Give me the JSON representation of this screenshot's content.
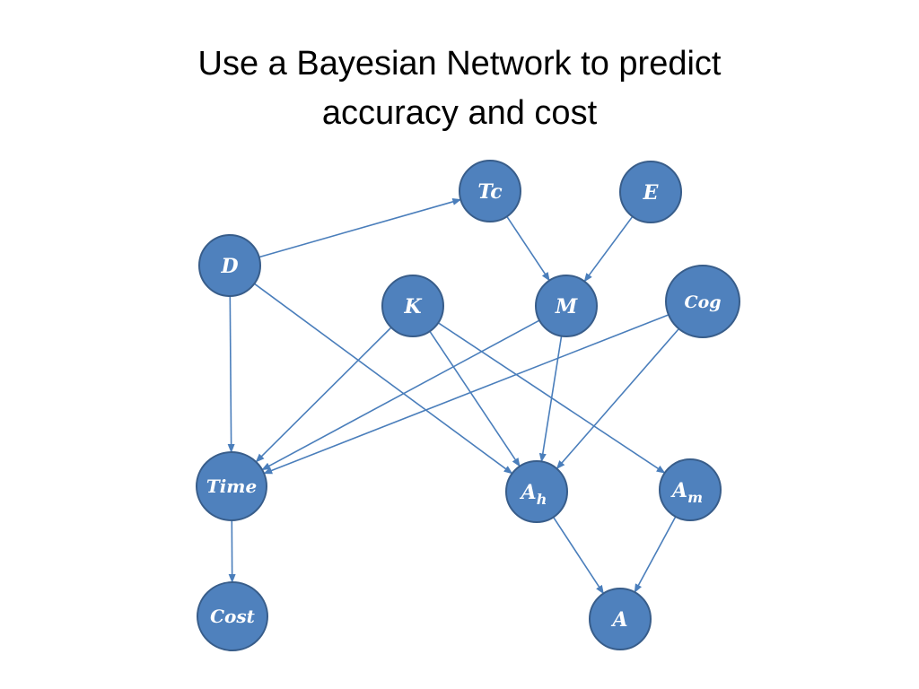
{
  "title": {
    "line1": "Use a Bayesian Network to predict",
    "line2": "accuracy and cost"
  },
  "colors": {
    "node_fill": "#4f81bd",
    "node_stroke": "#385d8a",
    "edge": "#4a7ebb",
    "label": "#ffffff"
  },
  "nodes": [
    {
      "id": "Tc",
      "label": "Tc"
    },
    {
      "id": "E",
      "label": "E"
    },
    {
      "id": "D",
      "label": "D"
    },
    {
      "id": "K",
      "label": "K"
    },
    {
      "id": "M",
      "label": "M"
    },
    {
      "id": "Cog",
      "label": "Cog"
    },
    {
      "id": "Time",
      "label": "Time"
    },
    {
      "id": "Ah",
      "label": "A",
      "subscript": "h"
    },
    {
      "id": "Am",
      "label": "A",
      "subscript": "m"
    },
    {
      "id": "Cost",
      "label": "Cost"
    },
    {
      "id": "A",
      "label": "A"
    }
  ],
  "edges": [
    {
      "from": "D",
      "to": "Tc"
    },
    {
      "from": "D",
      "to": "Time"
    },
    {
      "from": "D",
      "to": "Ah"
    },
    {
      "from": "Tc",
      "to": "M"
    },
    {
      "from": "E",
      "to": "M"
    },
    {
      "from": "K",
      "to": "Time"
    },
    {
      "from": "K",
      "to": "Ah"
    },
    {
      "from": "K",
      "to": "Am"
    },
    {
      "from": "M",
      "to": "Time"
    },
    {
      "from": "M",
      "to": "Ah"
    },
    {
      "from": "Cog",
      "to": "Time"
    },
    {
      "from": "Cog",
      "to": "Ah"
    },
    {
      "from": "Time",
      "to": "Cost"
    },
    {
      "from": "Ah",
      "to": "A"
    },
    {
      "from": "Am",
      "to": "A"
    }
  ]
}
